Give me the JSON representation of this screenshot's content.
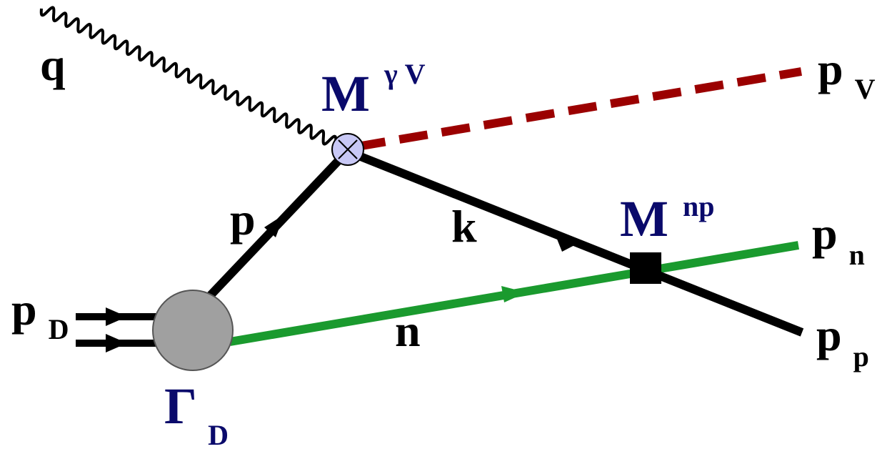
{
  "labels": {
    "q": "q",
    "p_V_main": "p",
    "p_V_sub": "V",
    "M_gammaV_main": "M",
    "M_gammaV_sup": "γ V",
    "p": "p",
    "k": "k",
    "M_np_main": "M",
    "M_np_sup": "np",
    "p_n_main": "p",
    "p_n_sub": "n",
    "p_D_main": "p",
    "p_D_sub": "D",
    "n": "n",
    "p_p_main": "p",
    "p_p_sub": "p",
    "Gamma_D_main": "Γ",
    "Gamma_D_sub": "D"
  },
  "colors": {
    "nucleon_line": "#000000",
    "neutron_line": "#1a9a2e",
    "vector_meson_line": "#9b0000",
    "label_navy": "#0a0a6b",
    "vertex_fill": "#c8c8f5",
    "deuteron_blob": "#a0a0a0"
  }
}
